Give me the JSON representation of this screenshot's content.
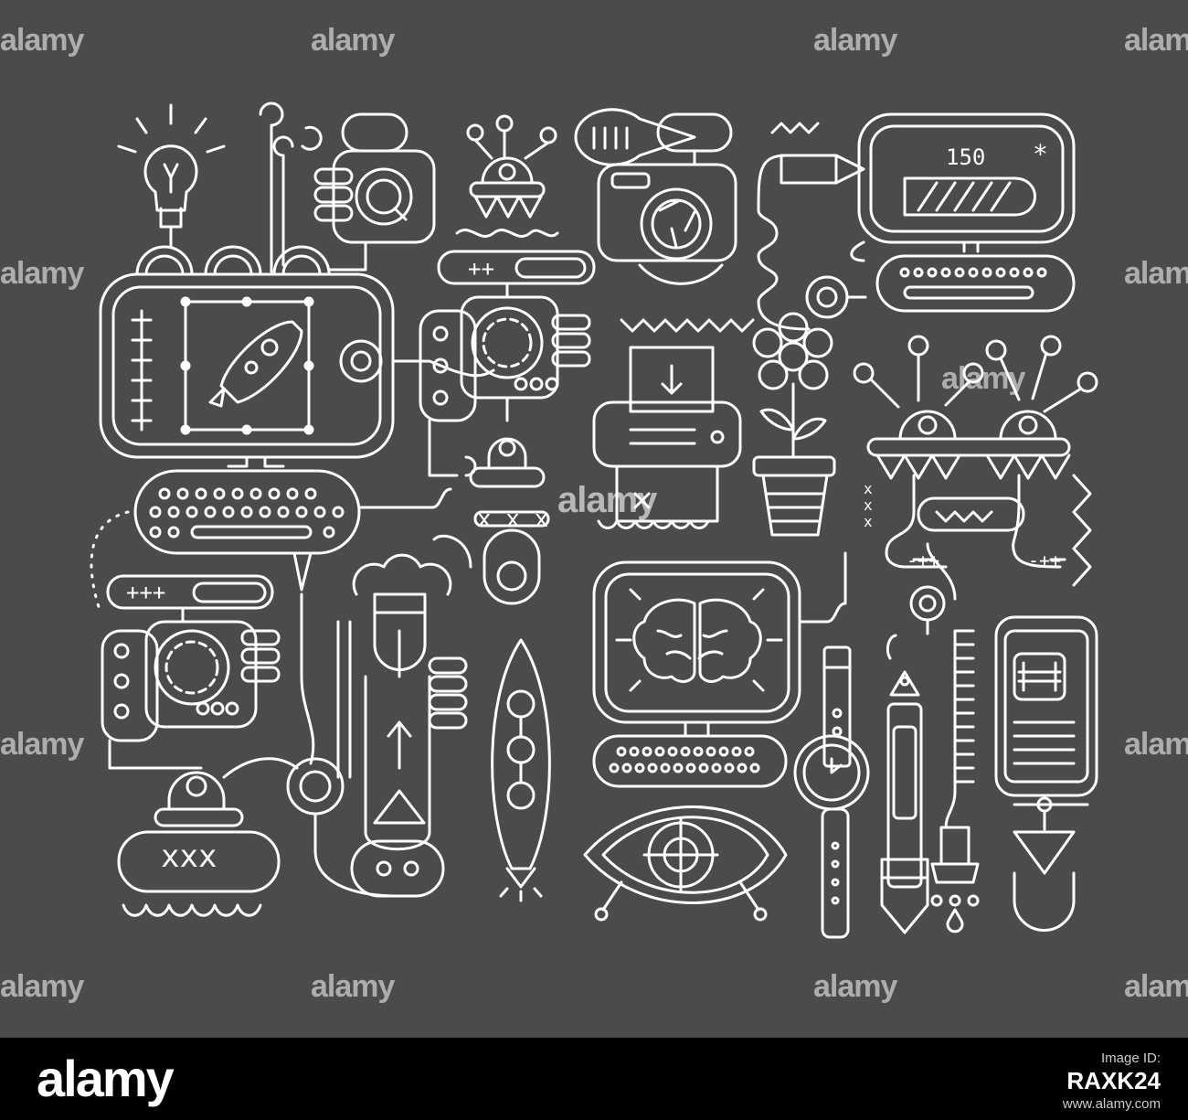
{
  "colors": {
    "background": "#4b4b4a",
    "line": "#ffffff",
    "footer": "#000000"
  },
  "artwork": {
    "monitor_count": "150",
    "star": "*",
    "plus_two": "++",
    "plus_three": "+++",
    "x_marks": "xxx",
    "x_marks_small": "x x x",
    "plus_bar": "-++"
  },
  "watermark": {
    "text": "alamy",
    "center_text": "alamy"
  },
  "footer": {
    "logo": "alamy",
    "image_id_label": "Image ID:",
    "image_id": "RAXK24",
    "site": "www.alamy.com"
  }
}
